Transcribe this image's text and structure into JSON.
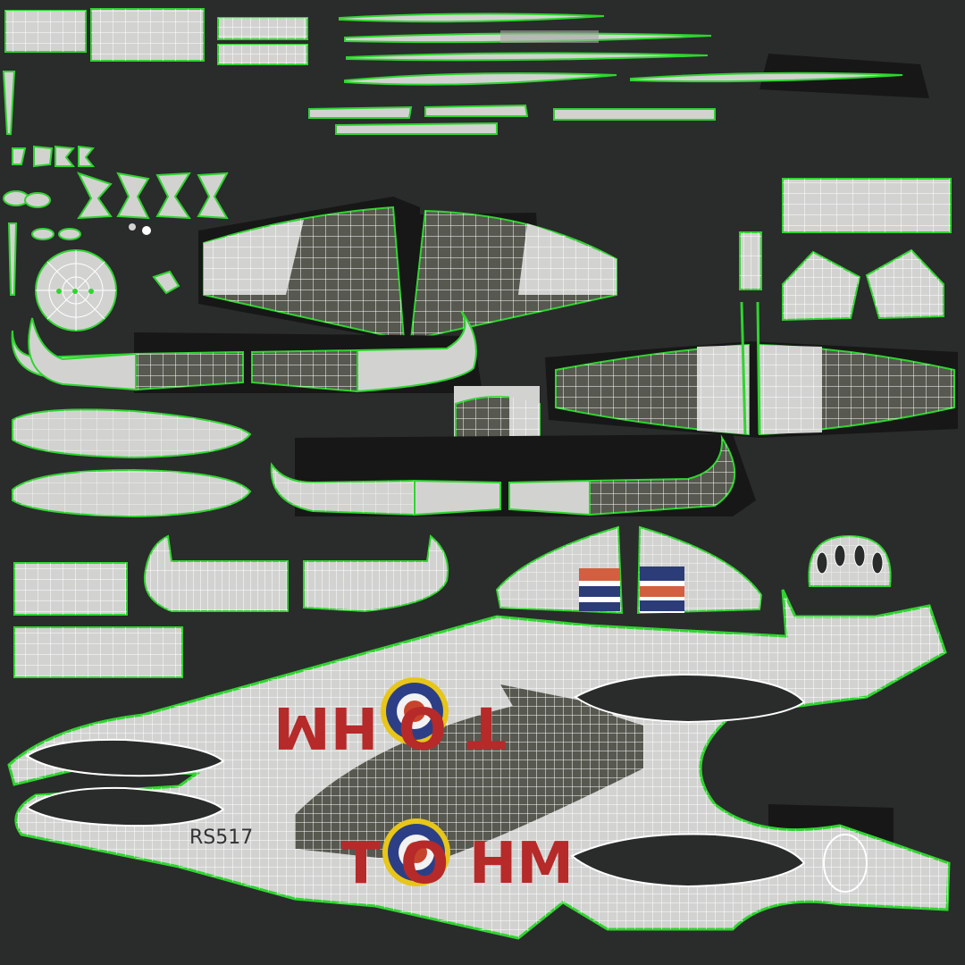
{
  "texture": {
    "markings": {
      "squadron_code_upper": "T O HM",
      "squadron_code_lower": "T O HM",
      "serial_number": "RS517"
    },
    "colors": {
      "background": "#2a2b2b",
      "uv_seam_outline": "#2fd42f",
      "wireframe_grid": "#ffffff",
      "camo_light": "#d2d3d1",
      "camo_dark": "#57584f",
      "shadow_island": "#161716",
      "code_letters_red": "#b62a2a",
      "roundel_yellow": "#e7c619",
      "roundel_blue": "#2c3f86",
      "roundel_white": "#f2f2f2",
      "roundel_red": "#c7442c",
      "fin_flash_orange": "#d26040",
      "fin_flash_navy": "#2b3c78"
    }
  }
}
